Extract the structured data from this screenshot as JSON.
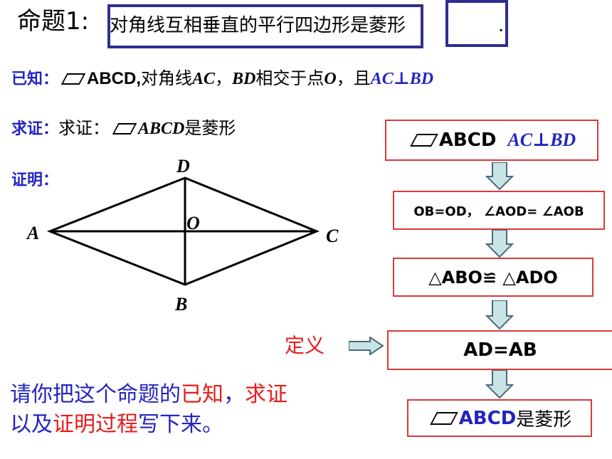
{
  "title": {
    "label": "命题1:",
    "statement": "对角线互相垂直的平行四边形",
    "key_word": "是菱形",
    "period": "."
  },
  "given": {
    "label": "已知：",
    "name": "ABCD,",
    "text1": "对角线",
    "ac": "AC",
    "comma1": "，",
    "bd": "BD",
    "text2": "相交于点",
    "o": "O",
    "text3": "，且",
    "perp": "AC⊥BD"
  },
  "prove": {
    "label": "求证：",
    "text": "求证：",
    "name": "ABCD",
    "suffix": "是菱形"
  },
  "proof": {
    "label": "证明："
  },
  "figure": {
    "points": {
      "A": "A",
      "B": "B",
      "C": "C",
      "D": "D",
      "O": "O"
    }
  },
  "flow": {
    "box1_name": "ABCD",
    "box1_perp": "AC⊥BD",
    "box2": "OB=OD，  ∠AOD= ∠AOB",
    "box3": "△ABO≌ △ADO",
    "box4": "AD=AB",
    "box5_name": "ABCD",
    "box5_suffix": "是菱形",
    "definition": "定义"
  },
  "request": {
    "part1": "请你把这个命题的",
    "part2": "已知",
    "part3": "，",
    "part4": "求证",
    "part5": "以及",
    "part6": "证明过程",
    "part7": "写下来。"
  },
  "colors": {
    "blue": "#2424c0",
    "red": "#e81c1c",
    "box_border": "#d93a3a",
    "title_box": "#2e2e8f",
    "arrow_fill": "#c9e4e4"
  }
}
